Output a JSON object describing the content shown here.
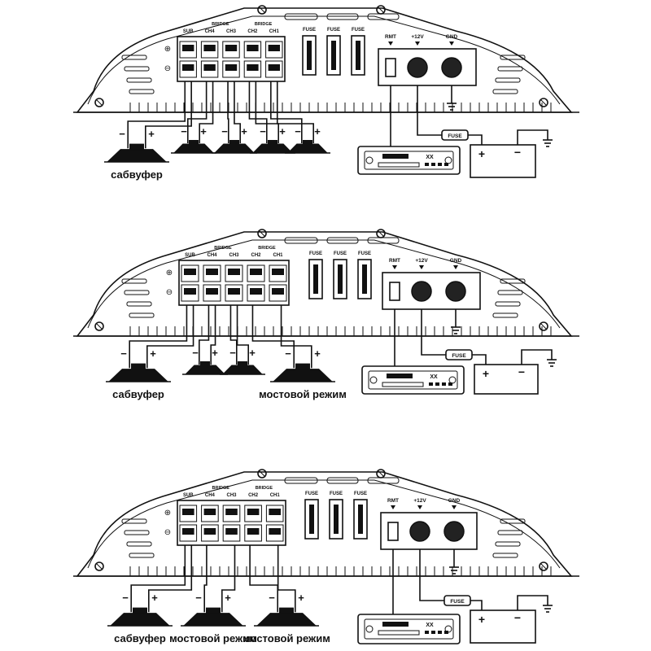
{
  "diagrams": [
    {
      "terminal_labels": [
        "SUB",
        "CH4",
        "CH3",
        "CH2",
        "CH1"
      ],
      "bridge_labels": [
        "BRIDGE",
        "BRIDGE"
      ],
      "fuse_labels": [
        "FUSE",
        "FUSE",
        "FUSE"
      ],
      "power_labels": [
        "RMT",
        "+12V",
        "GND"
      ],
      "inline_fuse_label": "FUSE",
      "battery_labels": [
        "+",
        "−"
      ],
      "speakers": [
        {
          "polarity_neg": "−",
          "polarity_pos": "+",
          "caption": "сабвуфер",
          "size": "big"
        },
        {
          "polarity_neg": "−",
          "polarity_pos": "+",
          "caption": "",
          "size": "small"
        },
        {
          "polarity_neg": "−",
          "polarity_pos": "+",
          "caption": "",
          "size": "small"
        },
        {
          "polarity_neg": "−",
          "polarity_pos": "+",
          "caption": "",
          "size": "small"
        },
        {
          "polarity_neg": "−",
          "polarity_pos": "+",
          "caption": "",
          "size": "small"
        }
      ]
    },
    {
      "terminal_labels": [
        "SUB",
        "CH4",
        "CH3",
        "CH2",
        "CH1"
      ],
      "bridge_labels": [
        "BRIDGE",
        "BRIDGE"
      ],
      "fuse_labels": [
        "FUSE",
        "FUSE",
        "FUSE"
      ],
      "power_labels": [
        "RMT",
        "+12V",
        "GND"
      ],
      "inline_fuse_label": "FUSE",
      "battery_labels": [
        "+",
        "−"
      ],
      "speakers": [
        {
          "polarity_neg": "−",
          "polarity_pos": "+",
          "caption": "сабвуфер",
          "size": "big"
        },
        {
          "polarity_neg": "−",
          "polarity_pos": "+",
          "caption": "",
          "size": "small"
        },
        {
          "polarity_neg": "−",
          "polarity_pos": "+",
          "caption": "",
          "size": "small"
        },
        {
          "polarity_neg": "−",
          "polarity_pos": "+",
          "caption": "мостовой режим",
          "size": "big"
        }
      ]
    },
    {
      "terminal_labels": [
        "SUB",
        "CH4",
        "CH3",
        "CH2",
        "CH1"
      ],
      "bridge_labels": [
        "BRIDGE",
        "BRIDGE"
      ],
      "fuse_labels": [
        "FUSE",
        "FUSE",
        "FUSE"
      ],
      "power_labels": [
        "RMT",
        "+12V",
        "GND"
      ],
      "inline_fuse_label": "FUSE",
      "battery_labels": [
        "+",
        "−"
      ],
      "speakers": [
        {
          "polarity_neg": "−",
          "polarity_pos": "+",
          "caption": "сабвуфер",
          "size": "big"
        },
        {
          "polarity_neg": "−",
          "polarity_pos": "+",
          "caption": "мостовой режим",
          "size": "big"
        },
        {
          "polarity_neg": "−",
          "polarity_pos": "+",
          "caption": "мостовой режим",
          "size": "big"
        }
      ]
    }
  ]
}
